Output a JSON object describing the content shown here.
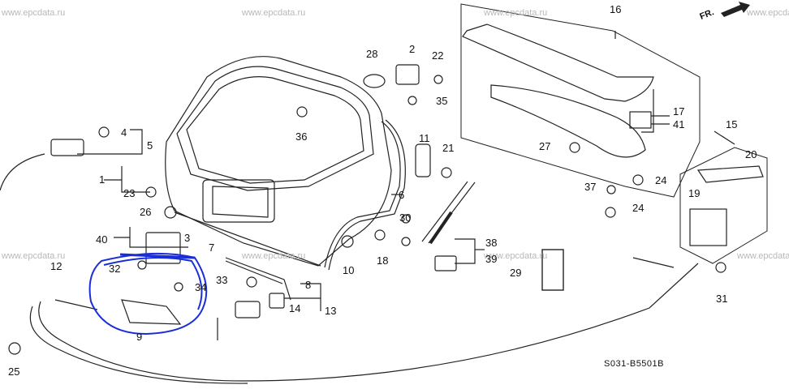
{
  "watermark": "www.epcdata.ru",
  "diagram_code": "S031-B5501B",
  "orientation": "FR.",
  "callouts": [
    "1",
    "2",
    "3",
    "4",
    "5",
    "6",
    "7",
    "8",
    "9",
    "10",
    "11",
    "12",
    "13",
    "14",
    "15",
    "16",
    "17",
    "18",
    "19",
    "20",
    "21",
    "22",
    "23",
    "24",
    "25",
    "26",
    "27",
    "28",
    "29",
    "30",
    "31",
    "32",
    "33",
    "34",
    "35",
    "36",
    "37",
    "38",
    "39",
    "40",
    "41"
  ],
  "colors": {
    "lines": "#222222",
    "highlight": "#1a2ed8",
    "watermark": "#b8b8b8"
  }
}
